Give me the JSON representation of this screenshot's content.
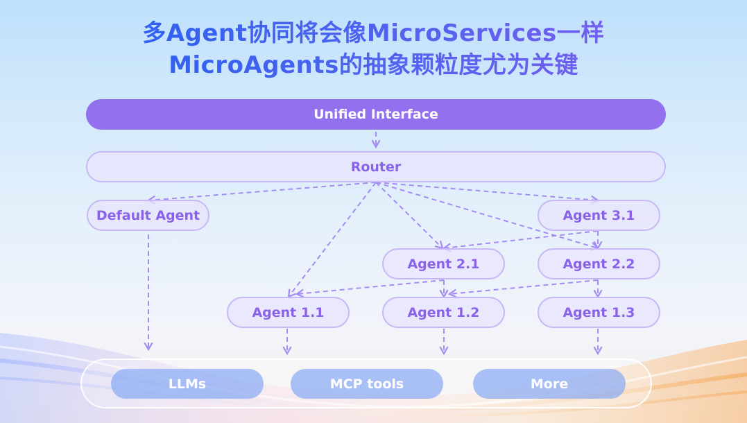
{
  "title": {
    "line1": "多Agent协同将会像MicroServices一样",
    "line2": "MicroAgents的抽象颗粒度尤为关键"
  },
  "diagram": {
    "interface": "Unified Interface",
    "router": "Router",
    "agents": {
      "default": "Default Agent",
      "a31": "Agent 3.1",
      "a21": "Agent 2.1",
      "a22": "Agent 2.2",
      "a11": "Agent 1.1",
      "a12": "Agent 1.2",
      "a13": "Agent 1.3"
    },
    "resources": [
      "LLMs",
      "MCP tools",
      "More"
    ],
    "edges": [
      [
        "interface",
        "router"
      ],
      [
        "router",
        "default"
      ],
      [
        "router",
        "a31"
      ],
      [
        "router",
        "a21"
      ],
      [
        "router",
        "a22"
      ],
      [
        "router",
        "a11"
      ],
      [
        "a31",
        "a21"
      ],
      [
        "a31",
        "a22"
      ],
      [
        "a21",
        "a11"
      ],
      [
        "a21",
        "a12"
      ],
      [
        "a22",
        "a12"
      ],
      [
        "a22",
        "a13"
      ],
      [
        "default",
        "resources"
      ],
      [
        "a11",
        "resources"
      ],
      [
        "a12",
        "resources"
      ],
      [
        "a13",
        "resources"
      ]
    ]
  },
  "colors": {
    "accent": "#9370ee",
    "node_text": "#8a62ea",
    "node_border": "#c7b9f5",
    "resource_fill": "#89aaf4",
    "edge": "#a48cf2"
  }
}
